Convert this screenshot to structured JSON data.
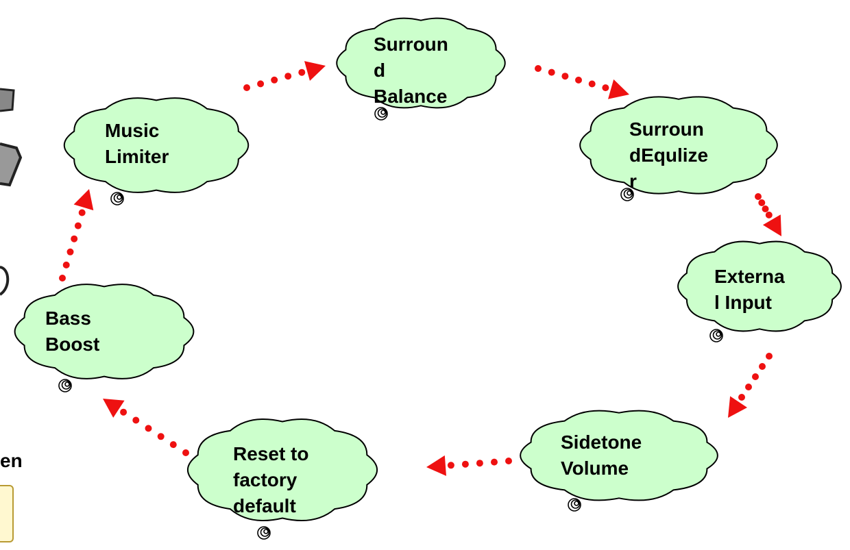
{
  "colors": {
    "cloud_fill": "#ccffcc",
    "cloud_outline": "#000000",
    "arrow": "#ee1111",
    "text": "#000000"
  },
  "nodes": [
    {
      "id": "surround-balance",
      "label": "Surroun\nd\nBalance"
    },
    {
      "id": "surround-equalizer",
      "label": "Surroun\ndEqulize\nr"
    },
    {
      "id": "external-input",
      "label": "Externa\nl Input"
    },
    {
      "id": "sidetone-volume",
      "label": "Sidetone\nVolume"
    },
    {
      "id": "reset-factory-default",
      "label": "Reset to\nfactory\ndefault"
    },
    {
      "id": "bass-boost",
      "label": "Bass\nBoost"
    },
    {
      "id": "music-limiter",
      "label": "Music\nLimiter"
    }
  ],
  "edges": [
    {
      "from": "music-limiter",
      "to": "surround-balance"
    },
    {
      "from": "surround-balance",
      "to": "surround-equalizer"
    },
    {
      "from": "surround-equalizer",
      "to": "external-input"
    },
    {
      "from": "external-input",
      "to": "sidetone-volume"
    },
    {
      "from": "sidetone-volume",
      "to": "reset-factory-default"
    },
    {
      "from": "reset-factory-default",
      "to": "bass-boost"
    },
    {
      "from": "bass-boost",
      "to": "music-limiter"
    }
  ],
  "left_edge": {
    "text_fragment": "en"
  }
}
